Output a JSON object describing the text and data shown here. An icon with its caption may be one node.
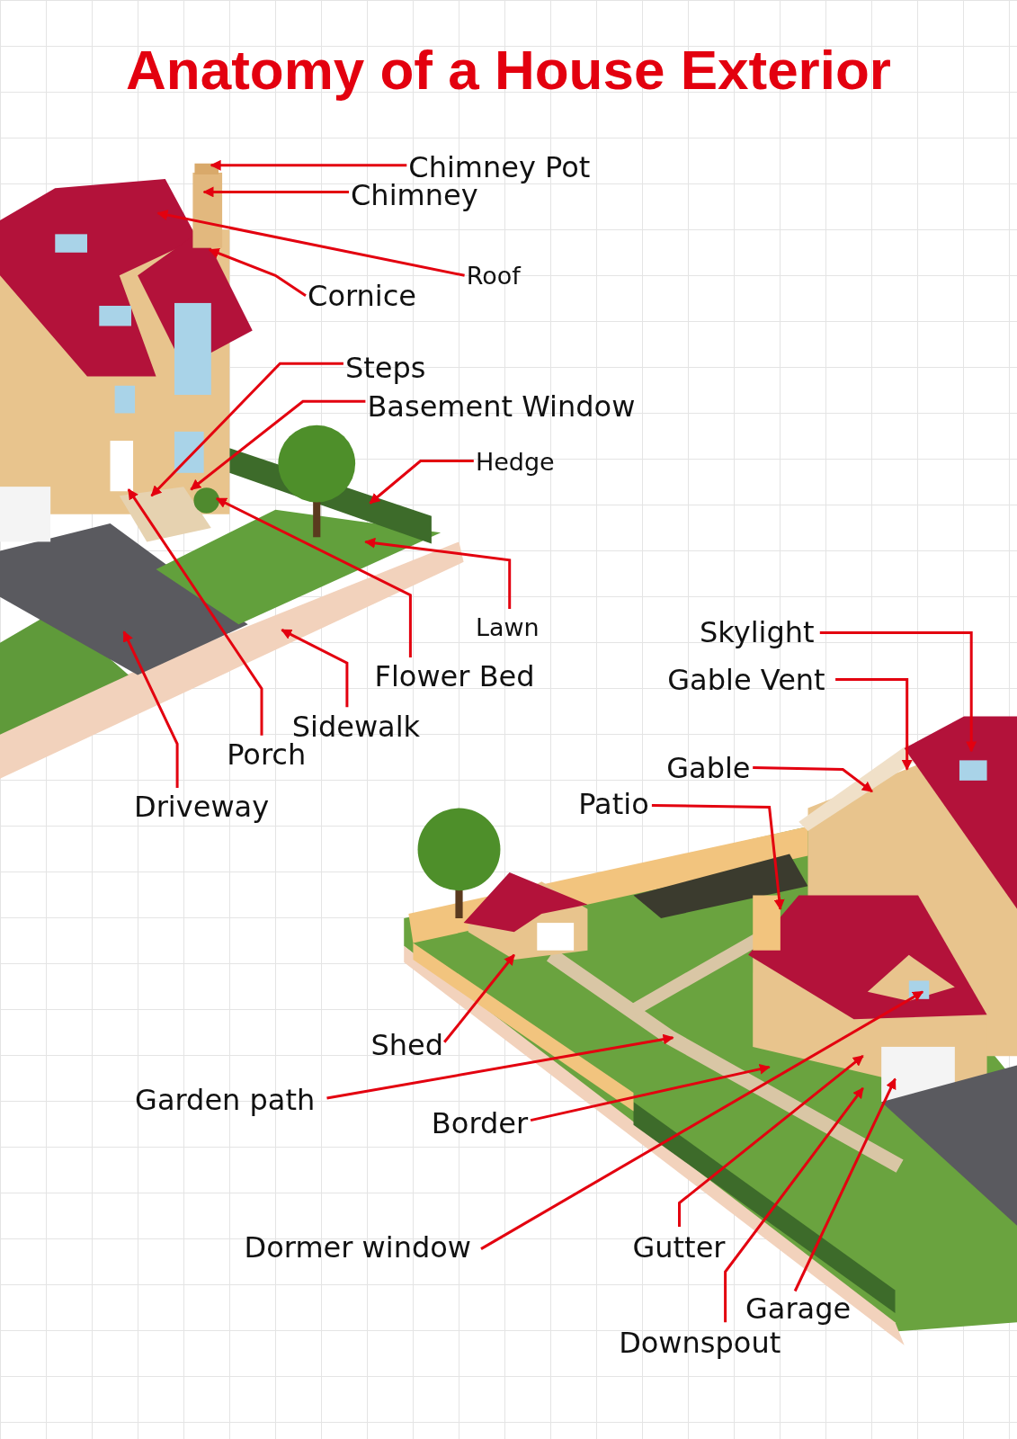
{
  "diagram": {
    "title": "Anatomy of a House Exterior",
    "nodes": [
      {
        "text": [
          "Chimney Pot"
        ]
      },
      {
        "text": [
          "Chimney"
        ]
      },
      {
        "text": [
          "Roof"
        ]
      },
      {
        "text": [
          "Cornice"
        ]
      },
      {
        "text": [
          "Steps"
        ]
      },
      {
        "text": [
          "Basement Window"
        ]
      },
      {
        "text": [
          "Hedge"
        ]
      },
      {
        "text": [
          "Lawn"
        ]
      },
      {
        "text": [
          "Flower Bed"
        ]
      },
      {
        "text": [
          "Sidewalk"
        ]
      },
      {
        "text": [
          "Porch"
        ]
      },
      {
        "text": [
          "Driveway"
        ]
      },
      {
        "text": [
          "Skylight"
        ]
      },
      {
        "text": [
          "Gable Vent"
        ]
      },
      {
        "text": [
          "Gable"
        ]
      },
      {
        "text": [
          "Patio"
        ]
      },
      {
        "text": [
          "Shed"
        ]
      },
      {
        "text": [
          "Garden path"
        ]
      },
      {
        "text": [
          "Border"
        ]
      },
      {
        "text": [
          "Dormer window"
        ]
      },
      {
        "text": [
          "Gutter"
        ]
      },
      {
        "text": [
          "Garage"
        ]
      },
      {
        "text": [
          "Downspout"
        ]
      }
    ],
    "edges": [
      {
        "from": 0,
        "to": null,
        "arrow": "to"
      },
      {
        "from": 1,
        "to": null,
        "arrow": "to"
      },
      {
        "from": 2,
        "to": null,
        "arrow": "to"
      },
      {
        "from": 3,
        "to": null,
        "arrow": "to"
      },
      {
        "from": 4,
        "to": null,
        "arrow": "to"
      },
      {
        "from": 5,
        "to": null,
        "arrow": "to"
      },
      {
        "from": 6,
        "to": null,
        "arrow": "to"
      },
      {
        "from": 7,
        "to": null,
        "arrow": "to"
      },
      {
        "from": 8,
        "to": null,
        "arrow": "to"
      },
      {
        "from": 9,
        "to": null,
        "arrow": "to"
      },
      {
        "from": 10,
        "to": null,
        "arrow": "to"
      },
      {
        "from": 11,
        "to": null,
        "arrow": "to"
      },
      {
        "from": 12,
        "to": null,
        "arrow": "to"
      },
      {
        "from": 13,
        "to": null,
        "arrow": "to"
      },
      {
        "from": 14,
        "to": null,
        "arrow": "to"
      },
      {
        "from": 15,
        "to": null,
        "arrow": "to"
      },
      {
        "from": 16,
        "to": null,
        "arrow": "to"
      },
      {
        "from": 17,
        "to": null,
        "arrow": "to"
      },
      {
        "from": 18,
        "to": null,
        "arrow": "to"
      },
      {
        "from": 19,
        "to": null,
        "arrow": "to"
      },
      {
        "from": 20,
        "to": null,
        "arrow": "to"
      },
      {
        "from": 21,
        "to": null,
        "arrow": "to"
      },
      {
        "from": 22,
        "to": null,
        "arrow": "to"
      }
    ]
  }
}
